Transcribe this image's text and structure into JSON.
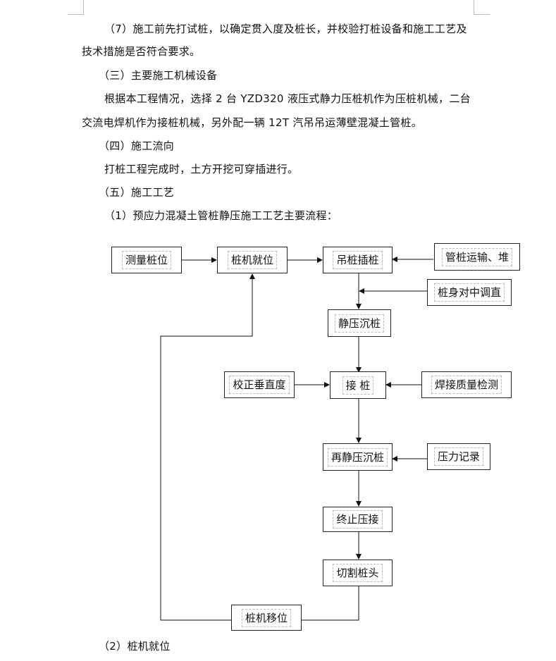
{
  "paragraphs": [
    "（7）施工前先打试桩，以确定贯入度及桩长，并校验打桩设备和施工工艺及",
    "技术措施是否符合要求。",
    "（三）主要施工机械设备",
    "根据本工程情况，选择 2 台 YZD320 液压式静力压桩机作为压桩机械，二台",
    "交流电焊机作为接桩机械，另外配一辆 12T 汽吊吊运薄壁混凝土管桩。",
    "（四）施工流向",
    "打桩工程完成时，土方开挖可穿插进行。",
    "（五）施工工艺",
    "（1）预应力混凝土管桩静压施工工艺主要流程："
  ],
  "flowchart": {
    "nodes": {
      "measure": "测量桩位",
      "rig_position": "桩机就位",
      "lift_insert": "吊桩插桩",
      "pipe_transport": "管桩运输、堆",
      "align_center": "桩身对中调直",
      "static_press": "静压沉桩",
      "correct_vertical": "校正垂直度",
      "splice": "接 桩",
      "weld_check": "焊接质量检测",
      "re_press": "再静压沉桩",
      "pressure_record": "压力记录",
      "stop_press": "终止压接",
      "cut_head": "切割桩头",
      "rig_move": "桩机移位"
    }
  },
  "footer_heading": "（2）桩机就位"
}
